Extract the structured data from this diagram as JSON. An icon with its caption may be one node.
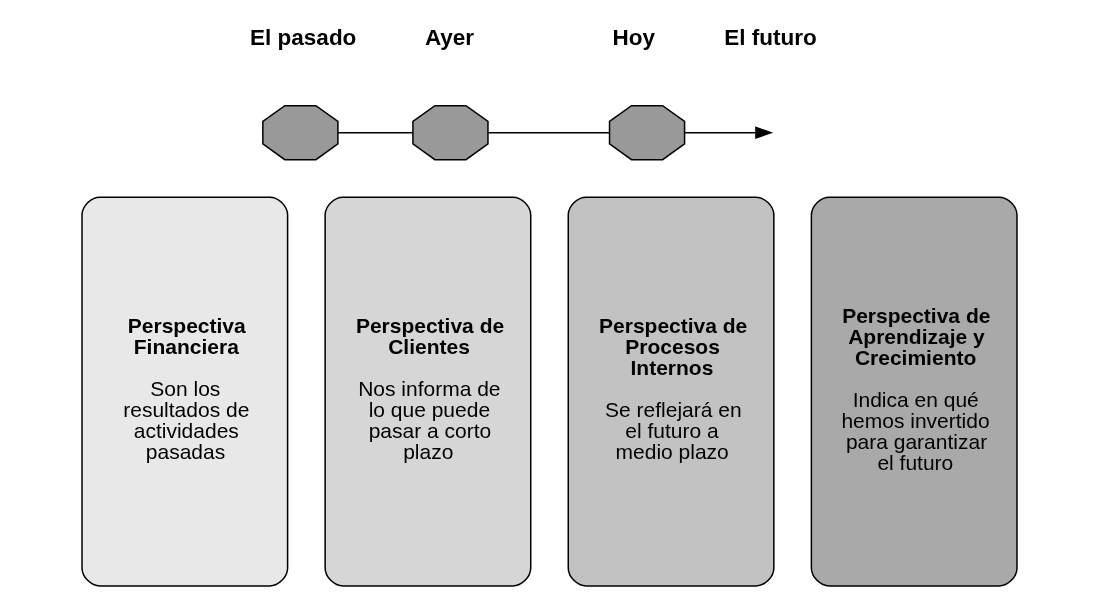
{
  "diagram": {
    "nodes": [
      {
        "text": [],
        "shape": "octagon"
      },
      {
        "text": [],
        "shape": "octagon"
      },
      {
        "text": [],
        "shape": "octagon"
      },
      {
        "text": [
          "Perspectiva Financiera",
          "Son los resultados de actividades pasadas"
        ]
      },
      {
        "text": [
          "Perspectiva de Clientes",
          "Nos informa de lo que puede pasar a corto plazo"
        ]
      },
      {
        "text": [
          "Perspectiva de Procesos Internos",
          "Se reflejará en el futuro a medio plazo"
        ]
      },
      {
        "text": [
          "Perspectiva de Aprendizaje y Crecimiento",
          "Indica en qué hemos invertido para garantizar el futuro"
        ]
      }
    ],
    "edges": [
      {
        "from": 0,
        "to": 1,
        "arrow": "none"
      },
      {
        "from": 1,
        "to": 2,
        "arrow": "none"
      },
      {
        "from": 2,
        "to": null,
        "arrow": "to"
      }
    ],
    "labels": [
      "El pasado",
      "Ayer",
      "Hoy",
      "El futuro"
    ]
  }
}
